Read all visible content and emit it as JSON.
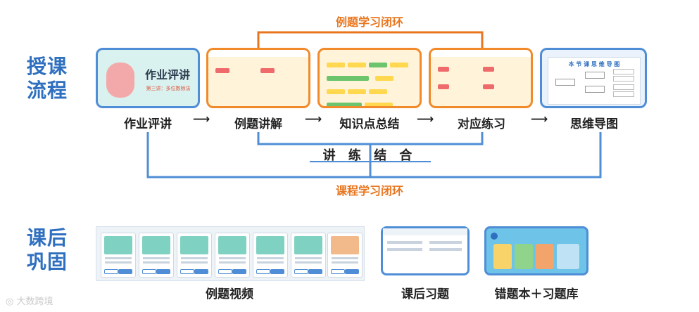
{
  "side_labels": {
    "teaching": [
      "授课",
      "流程"
    ],
    "after_class": [
      "课后",
      "巩固"
    ]
  },
  "loops": {
    "example_loop": "例题学习闭环",
    "course_loop": "课程学习闭环",
    "practice_label": "讲 练 结 合"
  },
  "flow": {
    "steps": [
      "作业评讲",
      "例题讲解",
      "知识点总结",
      "对应练习",
      "思维导图"
    ],
    "arrow": "⟶"
  },
  "card1": {
    "title": "作业评讲",
    "subtitle": "第三讲：多位数除法"
  },
  "card5": {
    "title": "本 节 课 思 维 导 图"
  },
  "after": {
    "captions": [
      "例题视频",
      "课后习题",
      "错题本＋习题库"
    ]
  },
  "watermark": "大数跨境",
  "colors": {
    "blue": "#2f6fbf",
    "orange": "#e8761e",
    "orange_border": "#f08a2a",
    "blue_border": "#4f8ed6"
  }
}
